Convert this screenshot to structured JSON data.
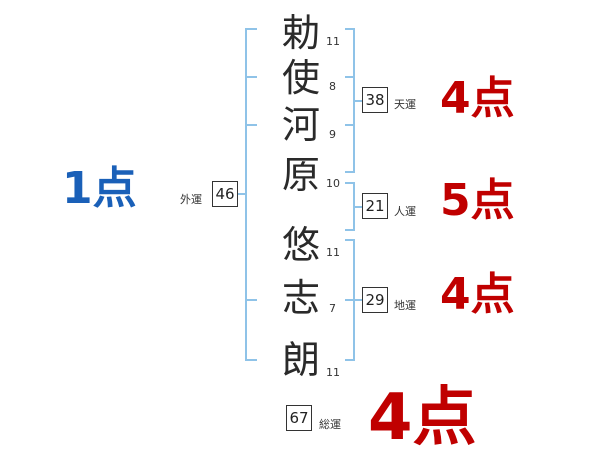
{
  "colors": {
    "bracket": "#8fc3e8",
    "good": "#c00000",
    "bad": "#1a60b8"
  },
  "characters": [
    {
      "char": "勅",
      "strokes": "11"
    },
    {
      "char": "使",
      "strokes": "8"
    },
    {
      "char": "河",
      "strokes": "9"
    },
    {
      "char": "原",
      "strokes": "10"
    },
    {
      "char": "悠",
      "strokes": "11"
    },
    {
      "char": "志",
      "strokes": "7"
    },
    {
      "char": "朗",
      "strokes": "11"
    }
  ],
  "fortunes": {
    "tenun": {
      "label": "天運",
      "value": "38",
      "score": "4点"
    },
    "jinun": {
      "label": "人運",
      "value": "21",
      "score": "5点"
    },
    "chiun": {
      "label": "地運",
      "value": "29",
      "score": "4点"
    },
    "gaiun": {
      "label": "外運",
      "value": "46",
      "score": "1点"
    },
    "souun": {
      "label": "総運",
      "value": "67",
      "score": "4点"
    }
  }
}
